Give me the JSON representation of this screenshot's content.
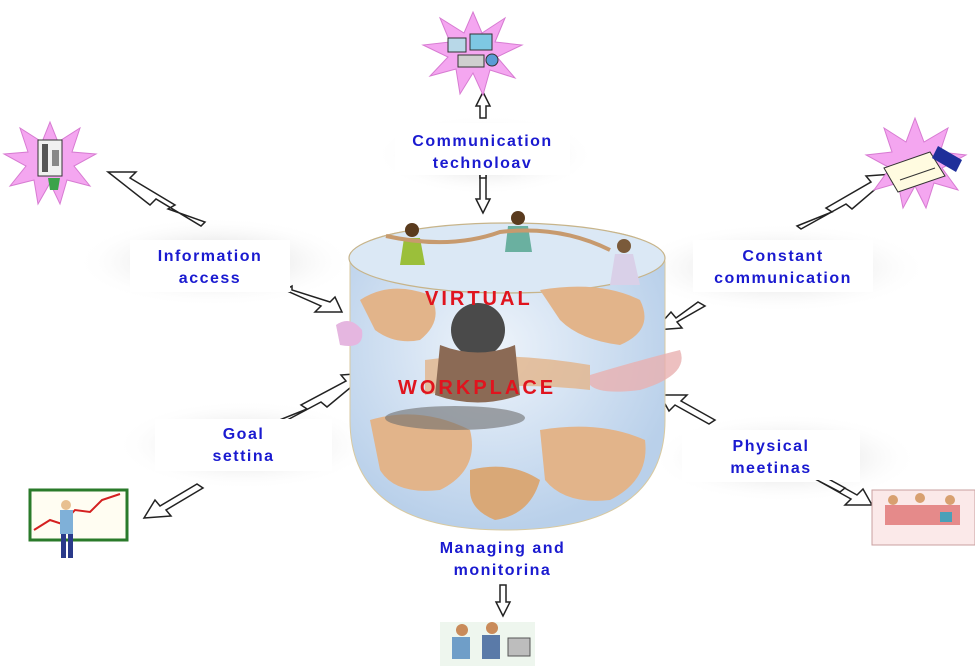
{
  "center": {
    "line1": "VIRTUAL",
    "line2": "WORKPLACE"
  },
  "labels": {
    "communication_technology": {
      "line1": "Communication",
      "line2": "technoloav"
    },
    "information_access": {
      "line1": "Information",
      "line2": "access"
    },
    "constant_communication": {
      "line1": "Constant",
      "line2": "communication"
    },
    "goal_setting": {
      "line1": "Goal",
      "line2": "settina"
    },
    "physical_meetings": {
      "line1": "Physical",
      "line2": "meetinas"
    },
    "managing_monitoring": {
      "line1": "Managing and",
      "line2": "monitorina"
    }
  },
  "colors": {
    "label_text": "#1a1ad0",
    "center_text": "#e0141e",
    "starburst": "#f4a6f0",
    "globe_ocean": "#c9dcef",
    "globe_land": "#e2b48a"
  },
  "icons": [
    "telephone-icon",
    "office-equipment-icon",
    "signing-document-icon",
    "growth-chart-icon",
    "meeting-icon",
    "computer-workers-icon"
  ]
}
